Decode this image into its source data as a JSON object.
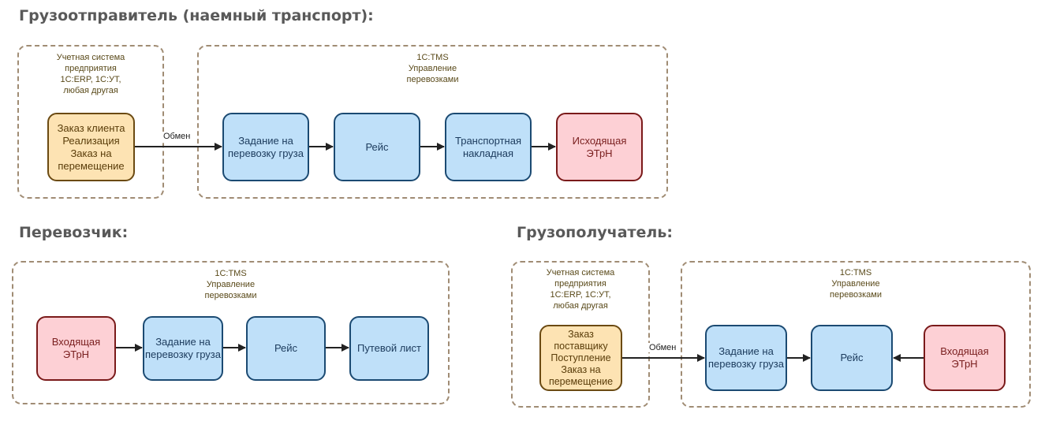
{
  "sections": {
    "shipper": {
      "title": "Грузоотправитель (наемный транспорт):",
      "erp_group_label": "Учетная система\nпредприятия\n1С:ERP, 1С:УТ,\nлюбая другая",
      "tms_group_label": "1С:TMS\nУправление\nперевозками",
      "source_node": "Заказ клиента\nРеализация\nЗаказ на\nперемещение",
      "exchange_label": "Обмен",
      "nodes": [
        "Задание на\nперевозку груза",
        "Рейс",
        "Транспортная\nнакладная",
        "Исходящая\nЭТрН"
      ]
    },
    "carrier": {
      "title": "Перевозчик:",
      "tms_group_label": "1С:TMS\nУправление\nперевозками",
      "nodes": [
        "Входящая\nЭТрН",
        "Задание на\nперевозку груза",
        "Рейс",
        "Путевой лист"
      ]
    },
    "consignee": {
      "title": "Грузополучатель:",
      "erp_group_label": "Учетная система\nпредприятия\n1С:ERP, 1С:УТ,\nлюбая другая",
      "tms_group_label": "1С:TMS\nУправление\nперевозками",
      "source_node": "Заказ\nпоставщику\nПоступление\nЗаказ на\nперемещение",
      "exchange_label": "Обмен",
      "nodes": [
        "Задание на\nперевозку груза",
        "Рейс",
        "Входящая\nЭТрН"
      ]
    }
  },
  "colors": {
    "orange_fill": "#fde3b3",
    "blue_fill": "#bfe0f9",
    "red_fill": "#fdd0d5",
    "group_border": "#a08c74"
  }
}
